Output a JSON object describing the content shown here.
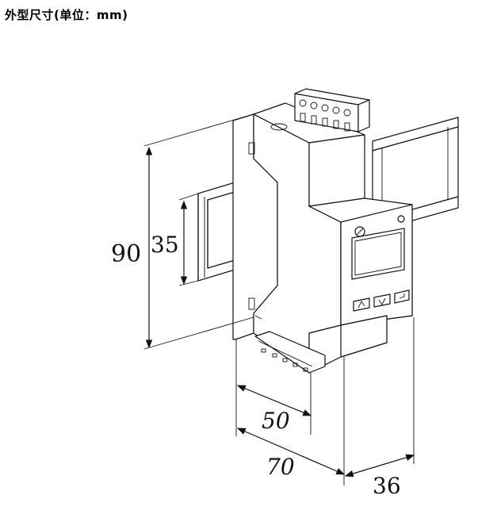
{
  "title": "外型尺寸(单位：mm)",
  "dimensions": {
    "height_total": "90",
    "rail_height": "35",
    "depth_inner": "50",
    "depth_total": "70",
    "width": "36"
  },
  "colors": {
    "line": "#111111",
    "background": "#ffffff"
  }
}
